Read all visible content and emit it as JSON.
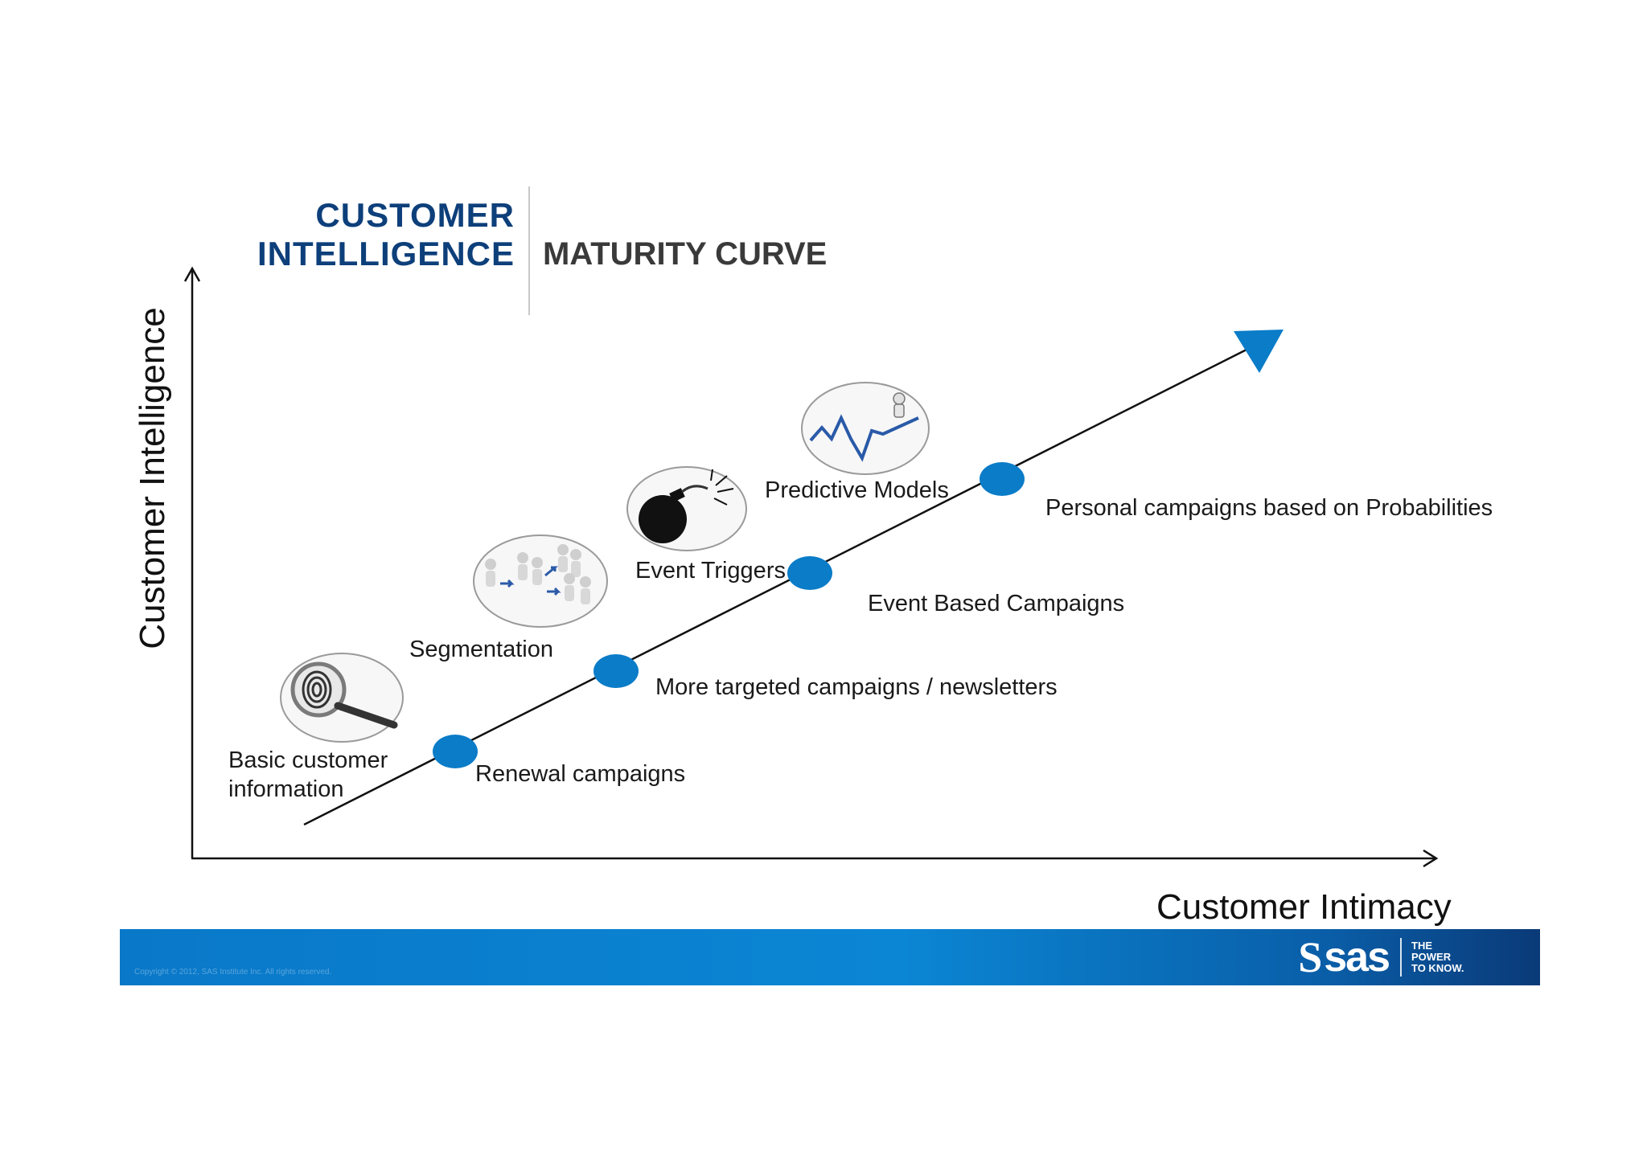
{
  "title": {
    "line1": "CUSTOMER",
    "line2": "INTELLIGENCE",
    "right": "MATURITY CURVE"
  },
  "axes": {
    "x_label": "Customer Intimacy",
    "y_label": "Customer Intelligence"
  },
  "stages": {
    "basic_line1": "Basic customer",
    "basic_line2": "information",
    "segmentation": "Segmentation",
    "event_triggers": "Event Triggers",
    "predictive_models": "Predictive Models"
  },
  "milestones": {
    "renewal": "Renewal campaigns",
    "targeted": "More targeted campaigns / newsletters",
    "event_based": "Event Based Campaigns",
    "personal": "Personal campaigns based on Probabilities"
  },
  "footer": {
    "copyright": "Copyright © 2012, SAS Institute Inc. All rights reserved.",
    "logo_text": "sas",
    "tagline_1": "THE",
    "tagline_2": "POWER",
    "tagline_3": "TO KNOW."
  },
  "colors": {
    "title_blue": "#0d3f7a",
    "dot_blue": "#0a7cc8",
    "arrow_blue": "#0a7cc8"
  }
}
